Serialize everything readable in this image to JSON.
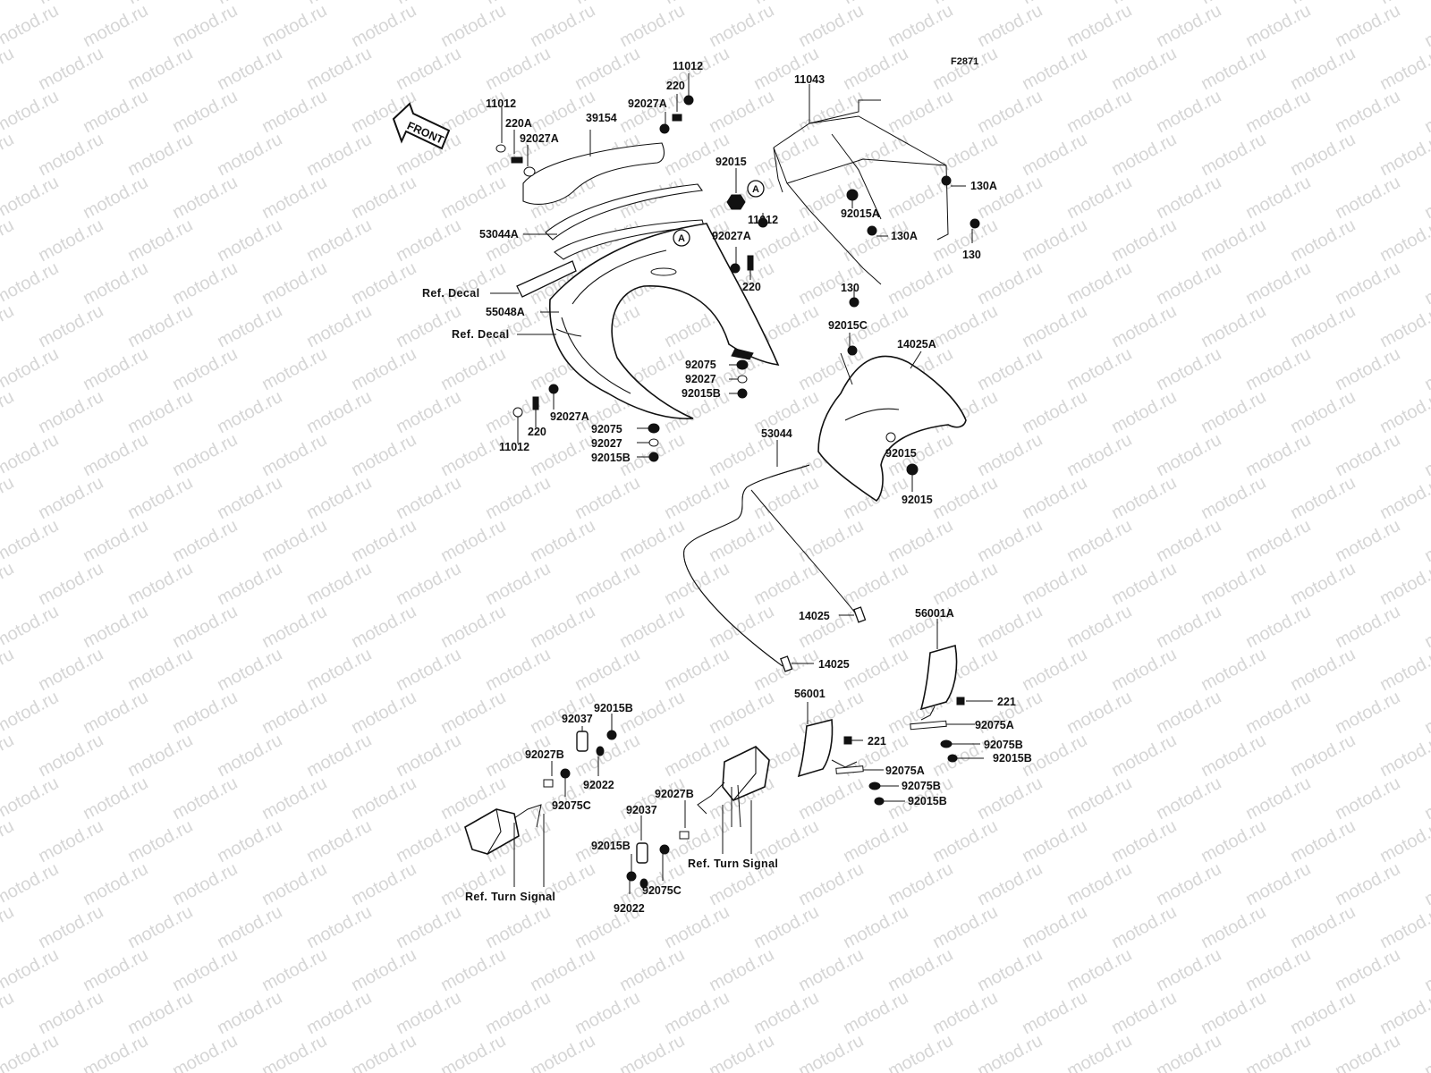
{
  "figure_code": "F2871",
  "front_arrow": {
    "text": "FRONT"
  },
  "watermark_text": "motod.ru",
  "labels": {
    "l_11012_a": "11012",
    "l_220A": "220A",
    "l_92027A_a": "92027A",
    "l_39154": "39154",
    "l_11012_b": "11012",
    "l_220_a": "220",
    "l_92027A_b": "92027A",
    "l_11043": "11043",
    "l_92015_a": "92015",
    "l_130A_a": "130A",
    "l_92015A": "92015A",
    "l_130A_b": "130A",
    "l_130_a": "130",
    "l_53044A": "53044A",
    "l_11012_c": "11012",
    "l_92027A_c": "92027A",
    "l_220_b": "220",
    "l_130_b": "130",
    "l_ref_decal_a": "Ref. Decal",
    "l_55048A": "55048A",
    "l_ref_decal_b": "Ref. Decal",
    "l_92015C": "92015C",
    "l_14025A": "14025A",
    "l_92075_a": "92075",
    "l_92027_a": "92027",
    "l_92015B_a": "92015B",
    "l_92027A_d": "92027A",
    "l_220_c": "220",
    "l_11012_d": "11012",
    "l_92075_b": "92075",
    "l_92027_b": "92027",
    "l_92015B_b": "92015B",
    "l_53044": "53044",
    "l_92015_b": "92015",
    "l_92015_c": "92015",
    "l_14025_a": "14025",
    "l_14025_b": "14025",
    "l_56001A": "56001A",
    "l_56001": "56001",
    "l_221_a": "221",
    "l_92075A_a": "92075A",
    "l_92075B_a": "92075B",
    "l_92015B_c": "92015B",
    "l_221_b": "221",
    "l_92075A_b": "92075A",
    "l_92075B_b": "92075B",
    "l_92015B_d": "92015B",
    "l_92015B_e": "92015B",
    "l_92037_a": "92037",
    "l_92027B_a": "92027B",
    "l_92022_a": "92022",
    "l_92075C_a": "92075C",
    "l_ref_turn_a": "Ref. Turn Signal",
    "l_92027B_b": "92027B",
    "l_92037_b": "92037",
    "l_92015B_f": "92015B",
    "l_92075C_b": "92075C",
    "l_92022_b": "92022",
    "l_ref_turn_b": "Ref. Turn Signal",
    "l_A_a": "A",
    "l_A_b": "A"
  }
}
